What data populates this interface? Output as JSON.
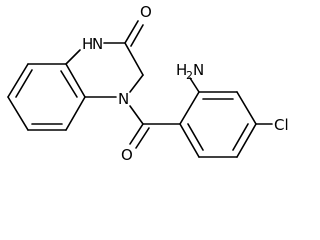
{
  "molecule": {
    "atoms": {
      "nh_amide": {
        "main": "H",
        "prefix": "",
        "after": "N"
      },
      "carbonyl_o_top": {
        "main": "O"
      },
      "n_ring": {
        "main": "N"
      },
      "amine": {
        "main": "H",
        "sub": "2",
        "after": "N"
      },
      "chlorine": {
        "main": "Cl"
      },
      "carbonyl_o_bottom": {
        "main": "O"
      }
    }
  }
}
